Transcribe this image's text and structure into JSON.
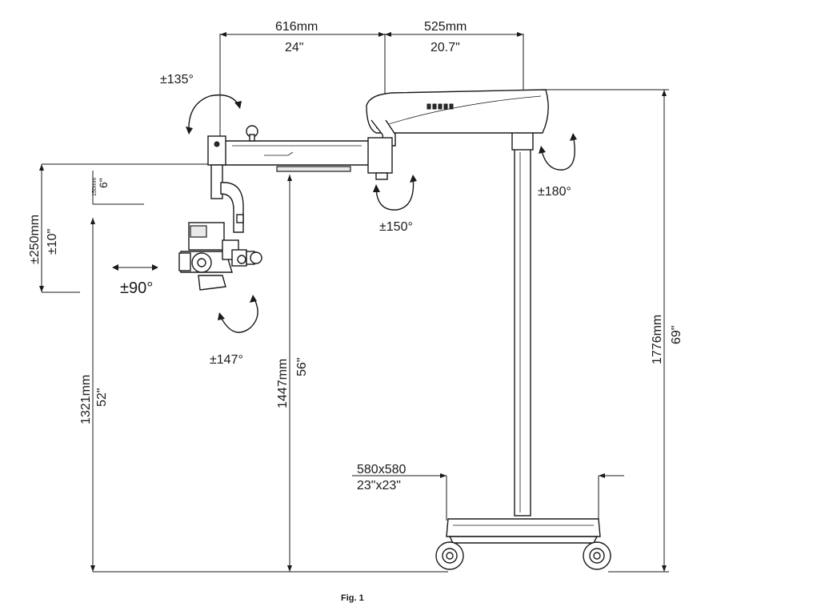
{
  "dimensions": {
    "arm_reach_mm": "616mm",
    "arm_reach_in": "24\"",
    "head_reach_mm": "525mm",
    "head_reach_in": "20.7\"",
    "vertical_travel_mm": "±250mm",
    "vertical_travel_in": "±10\"",
    "small_offset_mm": "150mm",
    "small_offset_in": "6\"",
    "min_height_mm": "1321mm",
    "min_height_in": "52\"",
    "arm_height_mm": "1447mm",
    "arm_height_in": "56\"",
    "total_height_mm": "1776mm",
    "total_height_in": "69\"",
    "base_mm": "580x580",
    "base_in": "23\"x23\""
  },
  "rotations": {
    "arm_joint": "±135°",
    "elbow_joint": "±150°",
    "column_joint": "±180°",
    "tilt": "±90°",
    "optics": "±147°"
  },
  "caption": "Fig. 1"
}
